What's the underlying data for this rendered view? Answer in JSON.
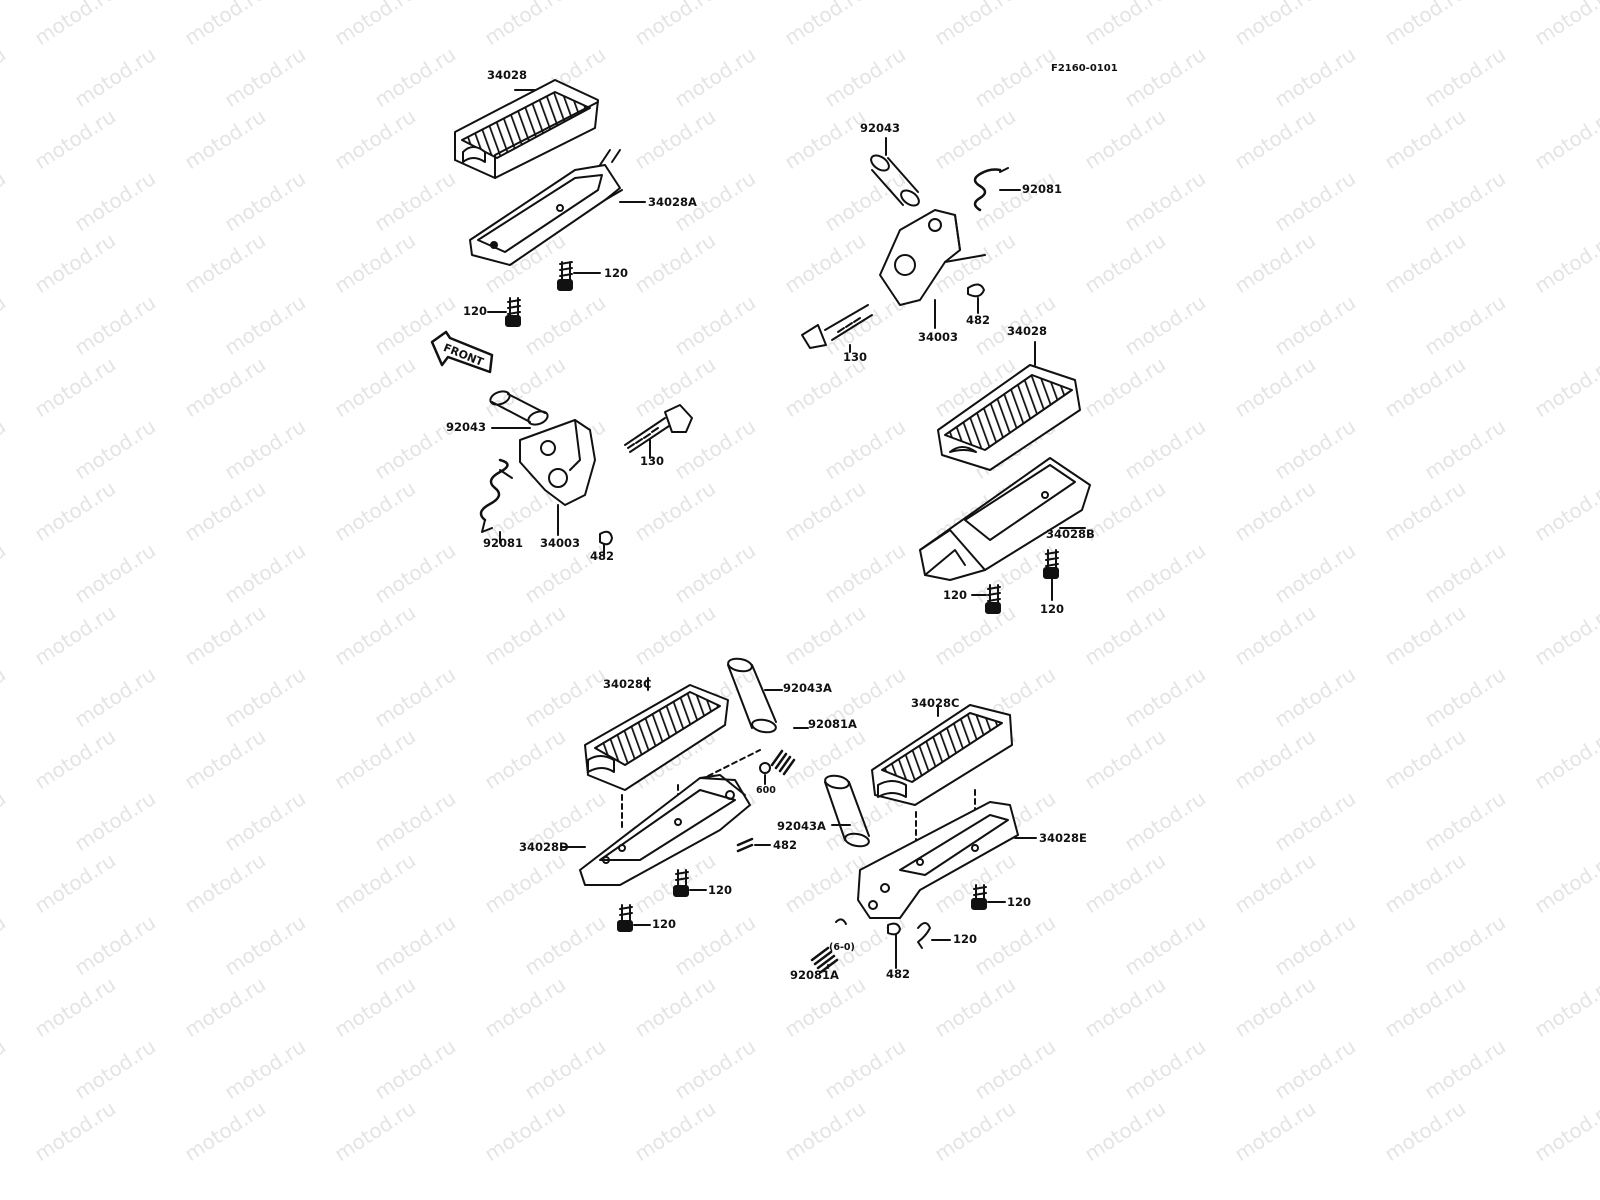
{
  "figure": {
    "id": "F2160-0101",
    "watermark": "motod.ru",
    "direction_arrow": "FRONT"
  },
  "callouts": {
    "top_left": {
      "footpeg_rubber": "34028",
      "footpeg": "34028A",
      "bolt_a": "120",
      "bolt_b": "120",
      "pin": "92043",
      "bracket_bolt": "130",
      "spring": "92081",
      "bracket": "34003",
      "clip": "482"
    },
    "top_right": {
      "pin": "92043",
      "spring": "92081",
      "bracket_bolt": "130",
      "bracket": "34003",
      "clip": "482",
      "footpeg_rubber": "34028",
      "footpeg": "34028B",
      "bolt_a": "120",
      "bolt_b": "120"
    },
    "bottom_left": {
      "footpeg_rubber": "34028C",
      "pin": "92043A",
      "spring": "92081A",
      "ball": "600",
      "clip": "482",
      "footpeg": "34028D",
      "bolt_a": "120",
      "bolt_b": "120"
    },
    "bottom_right": {
      "footpeg_rubber": "34028C",
      "pin": "92043A",
      "footpeg": "34028E",
      "bolt_a": "120",
      "bolt_b": "120",
      "ball_note": "(6-0)",
      "spring": "92081A",
      "clip": "482"
    }
  }
}
